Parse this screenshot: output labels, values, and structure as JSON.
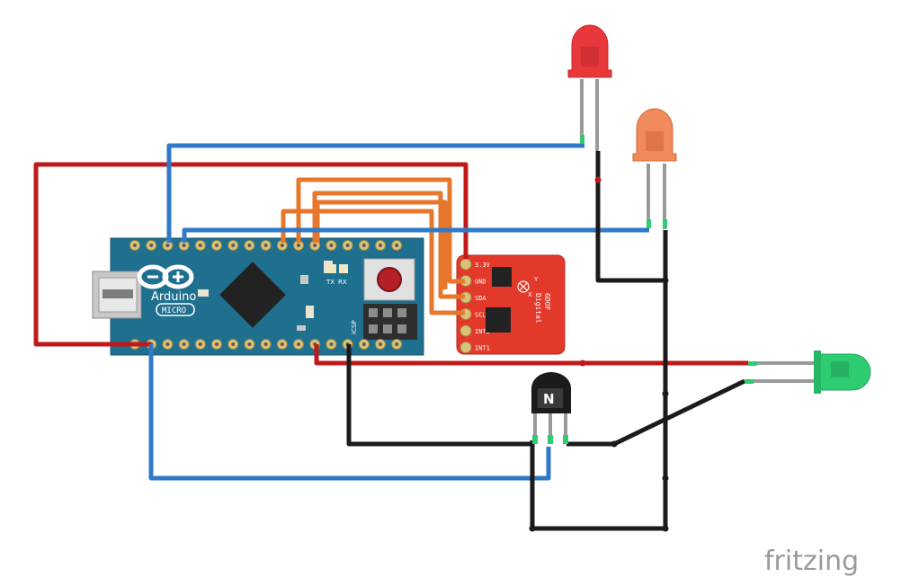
{
  "arduino": {
    "brand": "Arduino",
    "model": "MICRO",
    "tx": "TX",
    "rx": "RX",
    "icsp": "ICSP"
  },
  "sensor": {
    "pins": [
      "3.3V",
      "GND",
      "SDA",
      "SCL",
      "INT2",
      "INT1"
    ],
    "title": "6DOF",
    "subtitle": "Digital",
    "axis_x": "X",
    "axis_y": "Y"
  },
  "transistor": {
    "label": "N"
  },
  "watermark": {
    "text": "fritzing"
  },
  "colors": {
    "board": "#1f6f8f",
    "sensor": "#e3392b",
    "wire_red": "#c0191b",
    "wire_blue": "#2f79c8",
    "wire_black": "#1b1b1b",
    "wire_orange": "#e8772e",
    "led_red": "#e8383c",
    "led_orange": "#f08a5a",
    "led_green": "#2ecc71"
  }
}
